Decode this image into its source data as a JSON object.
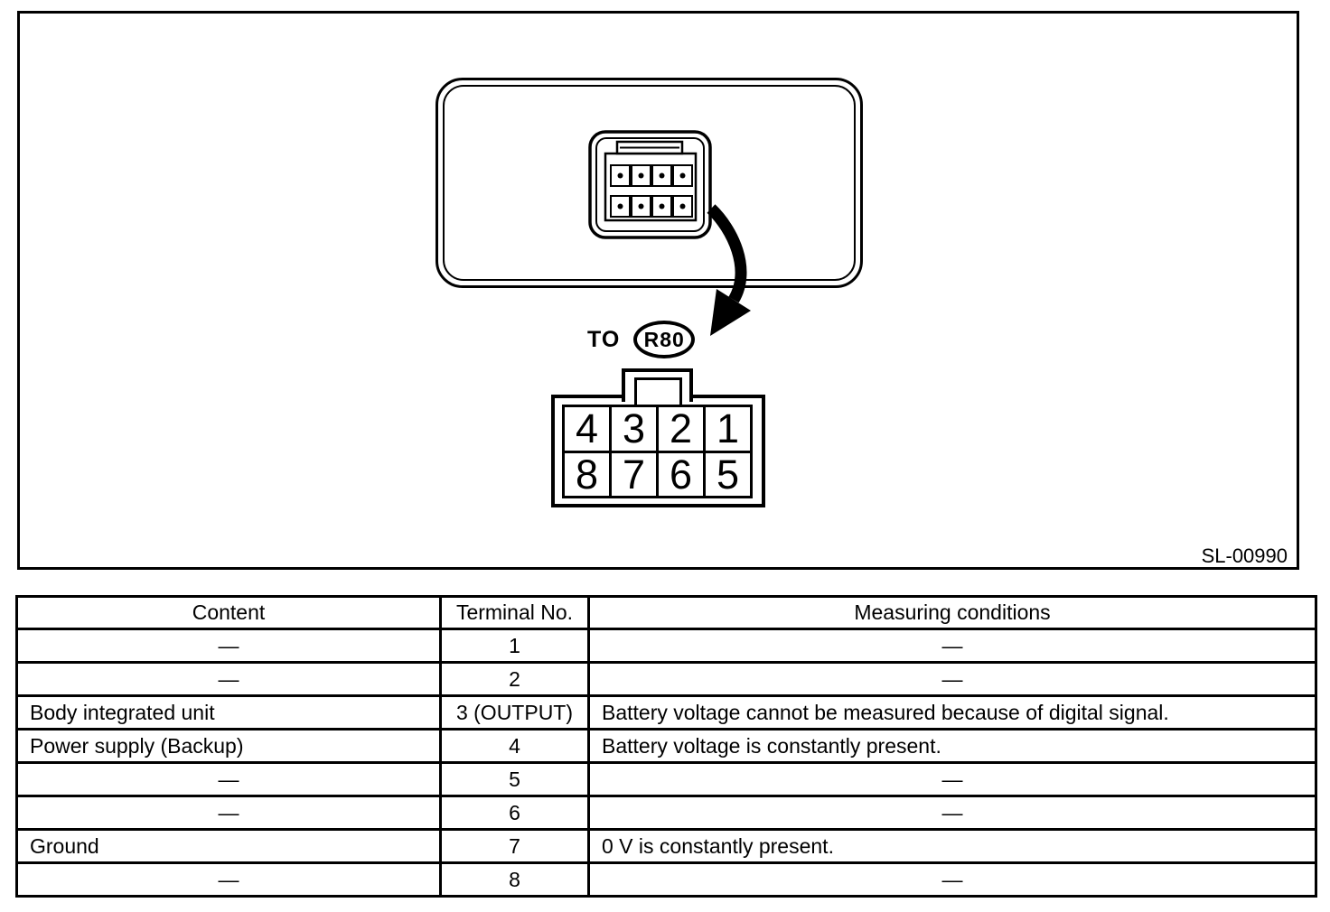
{
  "figure": {
    "code": "SL-00990",
    "to_label": "TO",
    "connector_ref": "R80",
    "pinout": {
      "top_row": [
        "4",
        "3",
        "2",
        "1"
      ],
      "bottom_row": [
        "8",
        "7",
        "6",
        "5"
      ]
    }
  },
  "table": {
    "headers": [
      "Content",
      "Terminal No.",
      "Measuring conditions"
    ],
    "rows": [
      {
        "content": "—",
        "terminal": "1",
        "conditions": "—"
      },
      {
        "content": "—",
        "terminal": "2",
        "conditions": "—"
      },
      {
        "content": "Body integrated unit",
        "terminal": "3 (OUTPUT)",
        "conditions": "Battery voltage cannot be measured because of digital signal."
      },
      {
        "content": "Power supply (Backup)",
        "terminal": "4",
        "conditions": "Battery voltage is constantly present."
      },
      {
        "content": "—",
        "terminal": "5",
        "conditions": "—"
      },
      {
        "content": "—",
        "terminal": "6",
        "conditions": "—"
      },
      {
        "content": "Ground",
        "terminal": "7",
        "conditions": "0 V is constantly present."
      },
      {
        "content": "—",
        "terminal": "8",
        "conditions": "—"
      }
    ]
  }
}
